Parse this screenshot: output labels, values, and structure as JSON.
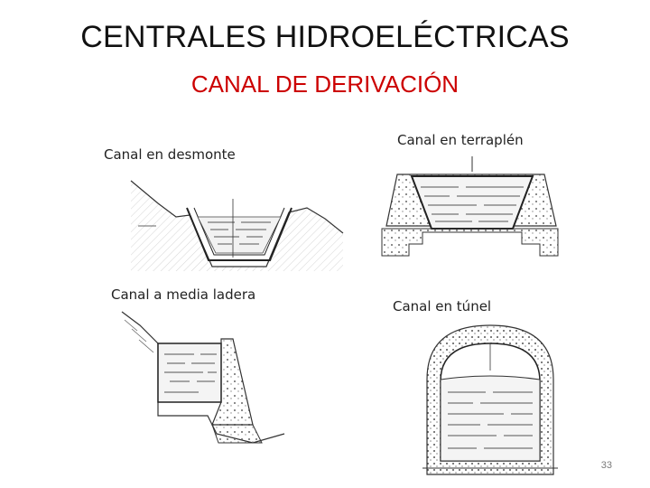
{
  "slide": {
    "title": "CENTRALES HIDROELÉCTRICAS",
    "subtitle": "CANAL DE DERIVACIÓN",
    "page_number": "33",
    "title_color": "#111111",
    "subtitle_color": "#cc0000"
  },
  "figures": {
    "desmonte": {
      "caption": "Canal en desmonte"
    },
    "terraplen": {
      "caption": "Canal en terraplén"
    },
    "media_ladera": {
      "caption": "Canal a media ladera"
    },
    "tunel": {
      "caption": "Canal en túnel"
    }
  }
}
